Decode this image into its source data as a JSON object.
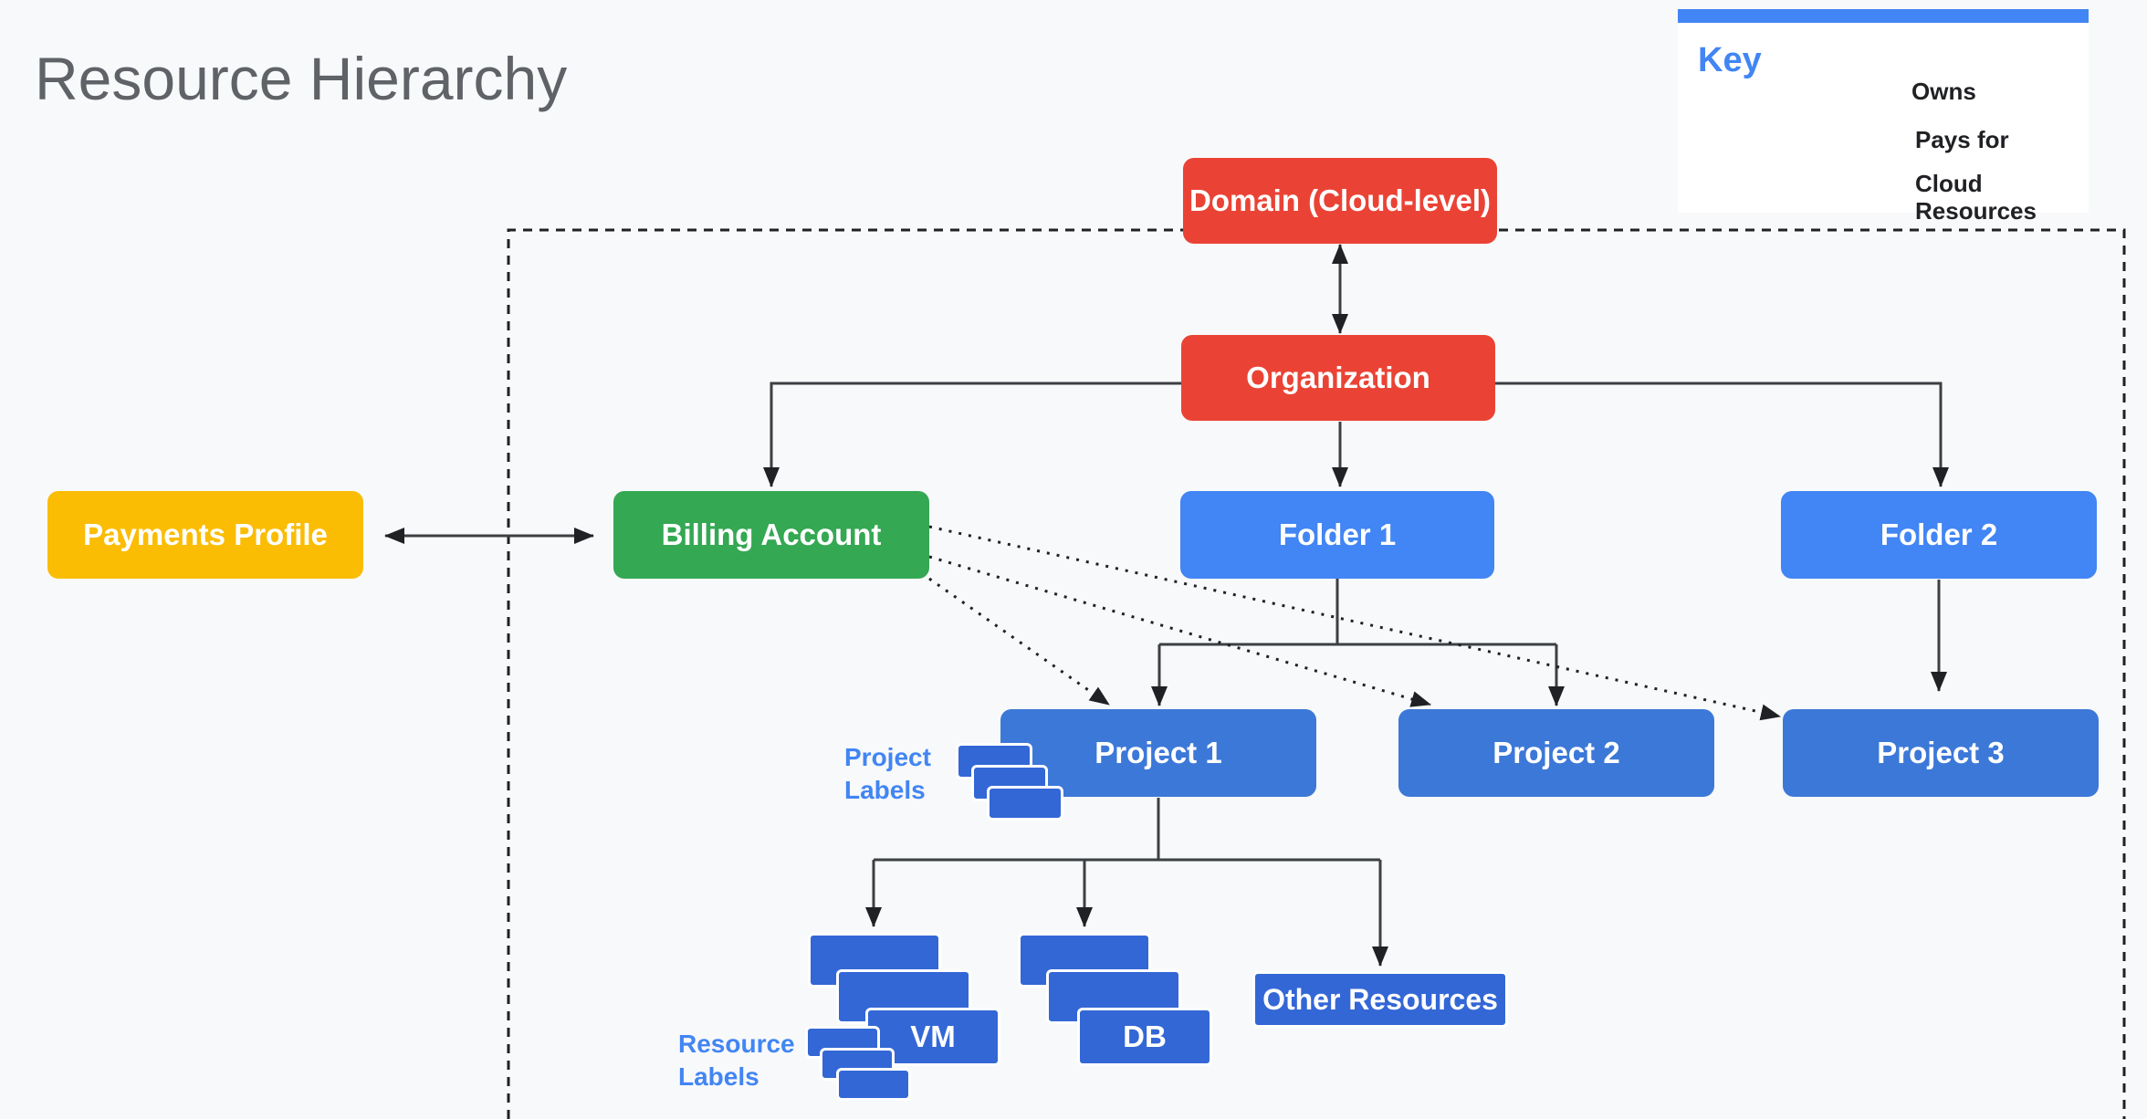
{
  "title": "Resource Hierarchy",
  "key": {
    "title": "Key",
    "owns": "Owns",
    "pays_for": "Pays for",
    "cloud_resources_line1": "Cloud",
    "cloud_resources_line2": "Resources"
  },
  "nodes": {
    "domain": "Domain (Cloud-level)",
    "organization": "Organization",
    "payments_profile": "Payments Profile",
    "billing_account": "Billing Account",
    "folder1": "Folder 1",
    "folder2": "Folder 2",
    "project1": "Project 1",
    "project2": "Project 2",
    "project3": "Project 3",
    "vm": "VM",
    "db": "DB",
    "other_resources": "Other Resources"
  },
  "labels": {
    "project_labels_line1": "Project",
    "project_labels_line2": "Labels",
    "resource_labels_line1": "Resource",
    "resource_labels_line2": "Labels"
  },
  "colors": {
    "red": "#ea4335",
    "green": "#34a853",
    "yellow": "#fbbc04",
    "blue": "#4285f4",
    "dark_blue": "#3367d6"
  }
}
